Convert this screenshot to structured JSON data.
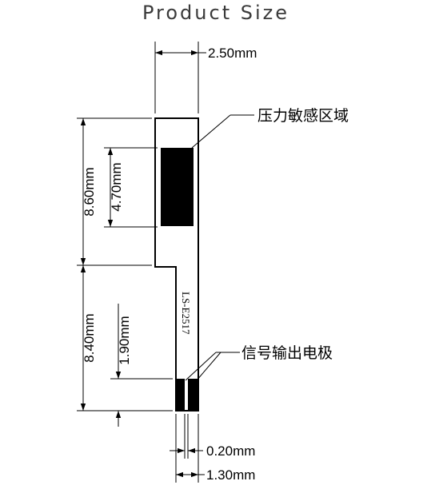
{
  "title": "Product Size",
  "dimensions": {
    "width_top": "2.50mm",
    "upper_length": "8.60mm",
    "sensing_length": "4.70mm",
    "lower_length": "8.40mm",
    "electrode_length": "1.90mm",
    "electrode_gap": "0.20mm",
    "width_bottom": "1.30mm"
  },
  "labels": {
    "sensing_area": "压力敏感区域",
    "signal_electrode": "信号输出电极",
    "model": "LS-E2517"
  },
  "colors": {
    "line": "#000000",
    "fill": "#000000",
    "title": "#3a3a3a"
  }
}
